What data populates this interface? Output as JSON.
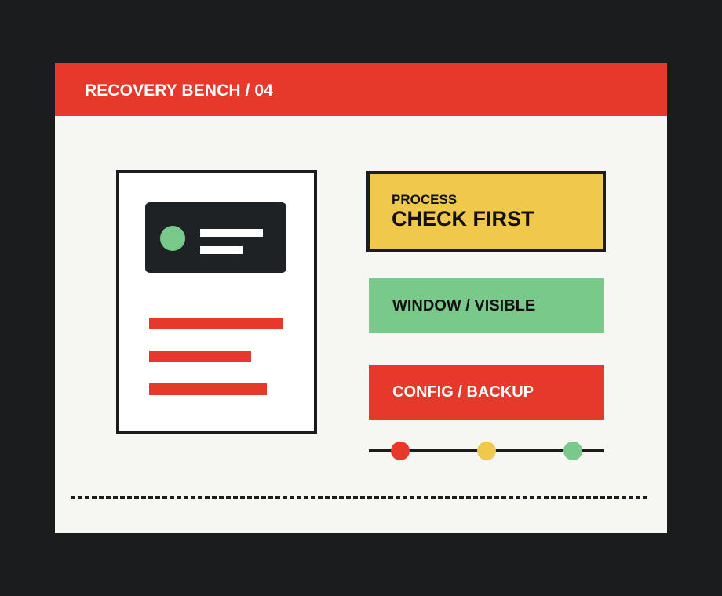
{
  "header": {
    "title": "RECOVERY BENCH / 04"
  },
  "document_preview": {
    "icon": "document-icon",
    "avatar_icon": "avatar-dot-icon"
  },
  "status_cards": {
    "process": {
      "label": "PROCESS",
      "value": "CHECK FIRST"
    },
    "window": {
      "label": "WINDOW / VISIBLE"
    },
    "config": {
      "label": "CONFIG / BACKUP"
    }
  },
  "progress": {
    "steps": [
      {
        "color": "#e6392c"
      },
      {
        "color": "#f0c84c"
      },
      {
        "color": "#79c98b"
      }
    ]
  },
  "colors": {
    "accent_red": "#e6392c",
    "accent_yellow": "#f0c84c",
    "accent_green": "#79c98b",
    "dark": "#1b1c1e",
    "panel": "#f6f6f2"
  }
}
